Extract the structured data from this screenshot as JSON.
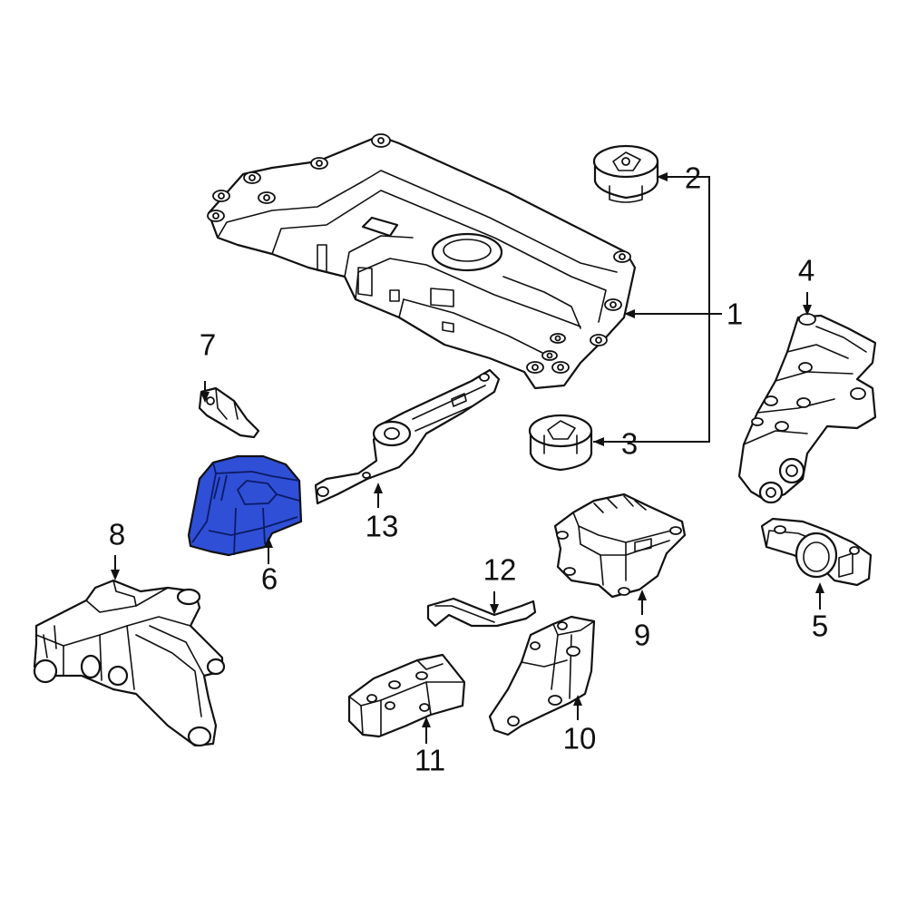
{
  "diagram": {
    "highlight_color": "#2f4fd6",
    "callouts": {
      "c1": "1",
      "c2": "2",
      "c3": "3",
      "c4": "4",
      "c5": "5",
      "c6": "6",
      "c7": "7",
      "c8": "8",
      "c9": "9",
      "c10": "10",
      "c11": "11",
      "c12": "12",
      "c13": "13"
    },
    "highlighted_part": "6"
  }
}
